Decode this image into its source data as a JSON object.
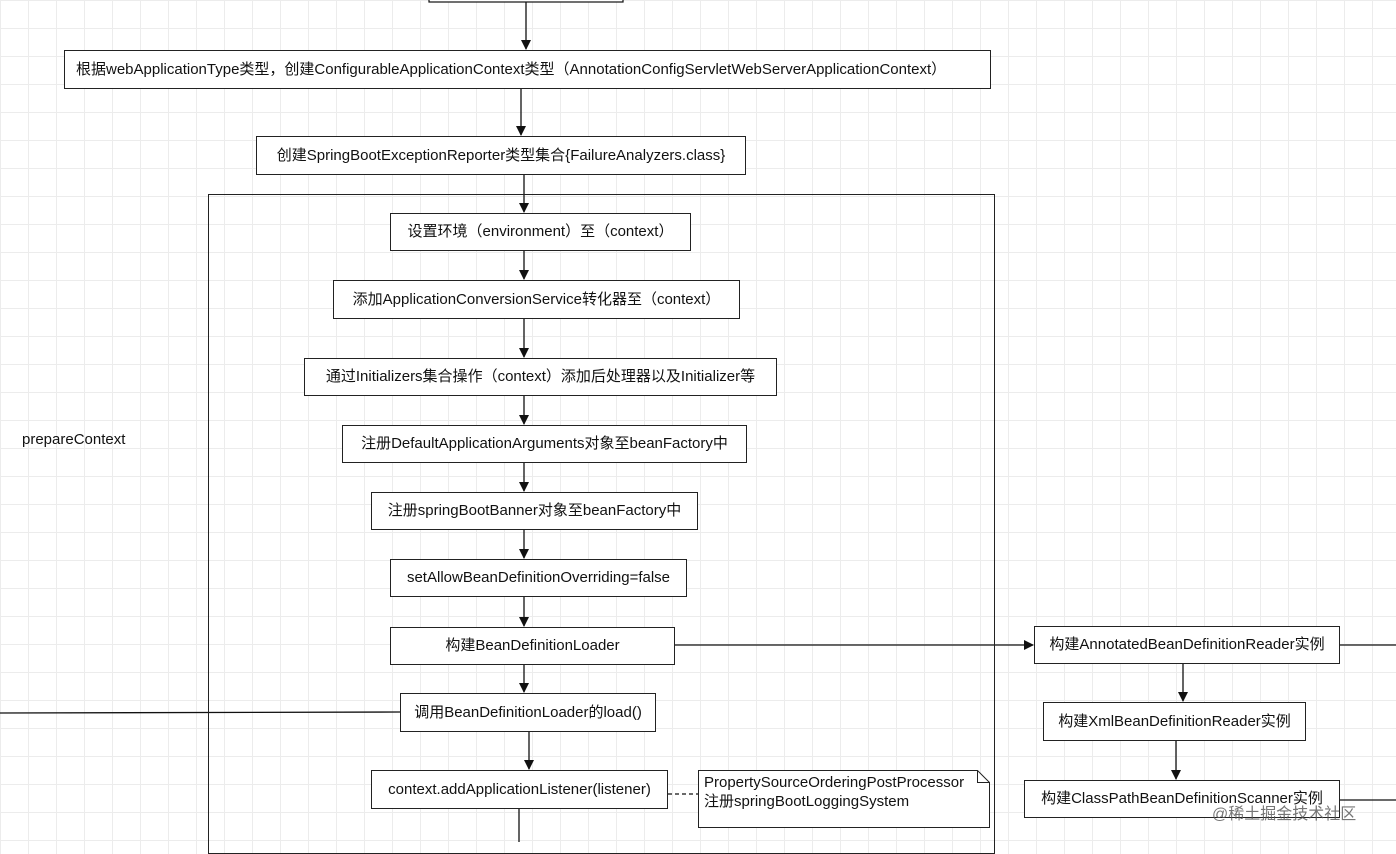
{
  "diagram": {
    "nodes": {
      "create_context": "根据webApplicationType类型，创建ConfigurableApplicationContext类型（AnnotationConfigServletWebServerApplicationContext）",
      "create_reporters": "创建SpringBootExceptionReporter类型集合{FailureAnalyzers.class}",
      "set_environment": "设置环境（environment）至（context）",
      "add_conversion": "添加ApplicationConversionService转化器至（context）",
      "initializers": "通过Initializers集合操作（context）添加后处理器以及Initializer等",
      "register_args": "注册DefaultApplicationArguments对象至beanFactory中",
      "register_banner": "注册springBootBanner对象至beanFactory中",
      "allow_overriding": "setAllowBeanDefinitionOverriding=false",
      "build_loader": "构建BeanDefinitionLoader",
      "call_load": "调用BeanDefinitionLoader的load()",
      "add_listener": "context.addApplicationListener(listener)",
      "annotated_reader": "构建AnnotatedBeanDefinitionReader实例",
      "xml_reader": "构建XmlBeanDefinitionReader实例",
      "classpath_scanner": "构建ClassPathBeanDefinitionScanner实例"
    },
    "group_label": "prepareContext",
    "note": {
      "line1": "PropertySourceOrderingPostProcessor",
      "line2": "注册springBootLoggingSystem"
    },
    "watermark": "@稀土掘金技术社区"
  },
  "colors": {
    "line": "#111111",
    "grid": "#ececec",
    "background": "#ffffff"
  }
}
